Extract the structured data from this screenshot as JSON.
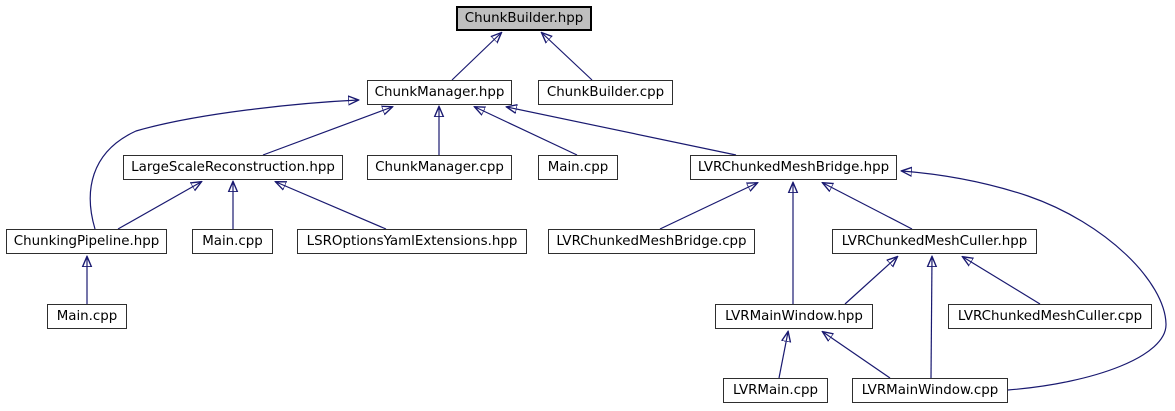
{
  "graph": {
    "type": "include-dependency-graph",
    "colors": {
      "background": "#ffffff",
      "edge": "#191970",
      "node_fill": "#ffffff",
      "node_border": "#2e2e2e",
      "highlight_fill": "#bfbfbf",
      "highlight_border": "#000000",
      "text": "#000000"
    },
    "nodes": [
      {
        "id": "ChunkBuilder.hpp",
        "label": "ChunkBuilder.hpp",
        "highlighted": true
      },
      {
        "id": "ChunkManager.hpp",
        "label": "ChunkManager.hpp",
        "highlighted": false
      },
      {
        "id": "ChunkBuilder.cpp",
        "label": "ChunkBuilder.cpp",
        "highlighted": false
      },
      {
        "id": "LargeScaleReconstruction.hpp",
        "label": "LargeScaleReconstruction.hpp",
        "highlighted": false
      },
      {
        "id": "ChunkManager.cpp",
        "label": "ChunkManager.cpp",
        "highlighted": false
      },
      {
        "id": "Main.cpp#1",
        "label": "Main.cpp",
        "highlighted": false
      },
      {
        "id": "LVRChunkedMeshBridge.hpp",
        "label": "LVRChunkedMeshBridge.hpp",
        "highlighted": false
      },
      {
        "id": "ChunkingPipeline.hpp",
        "label": "ChunkingPipeline.hpp",
        "highlighted": false
      },
      {
        "id": "Main.cpp#2",
        "label": "Main.cpp",
        "highlighted": false
      },
      {
        "id": "LSROptionsYamlExtensions.hpp",
        "label": "LSROptionsYamlExtensions.hpp",
        "highlighted": false
      },
      {
        "id": "LVRChunkedMeshBridge.cpp",
        "label": "LVRChunkedMeshBridge.cpp",
        "highlighted": false
      },
      {
        "id": "LVRChunkedMeshCuller.hpp",
        "label": "LVRChunkedMeshCuller.hpp",
        "highlighted": false
      },
      {
        "id": "Main.cpp#3",
        "label": "Main.cpp",
        "highlighted": false
      },
      {
        "id": "LVRMainWindow.hpp",
        "label": "LVRMainWindow.hpp",
        "highlighted": false
      },
      {
        "id": "LVRChunkedMeshCuller.cpp",
        "label": "LVRChunkedMeshCuller.cpp",
        "highlighted": false
      },
      {
        "id": "LVRMain.cpp",
        "label": "LVRMain.cpp",
        "highlighted": false
      },
      {
        "id": "LVRMainWindow.cpp",
        "label": "LVRMainWindow.cpp",
        "highlighted": false
      }
    ],
    "edges": [
      {
        "from": "ChunkManager.hpp",
        "to": "ChunkBuilder.hpp"
      },
      {
        "from": "ChunkBuilder.cpp",
        "to": "ChunkBuilder.hpp"
      },
      {
        "from": "LargeScaleReconstruction.hpp",
        "to": "ChunkManager.hpp"
      },
      {
        "from": "ChunkManager.cpp",
        "to": "ChunkManager.hpp"
      },
      {
        "from": "Main.cpp#1",
        "to": "ChunkManager.hpp"
      },
      {
        "from": "LVRChunkedMeshBridge.hpp",
        "to": "ChunkManager.hpp"
      },
      {
        "from": "ChunkingPipeline.hpp",
        "to": "ChunkManager.hpp"
      },
      {
        "from": "ChunkingPipeline.hpp",
        "to": "LargeScaleReconstruction.hpp"
      },
      {
        "from": "Main.cpp#2",
        "to": "LargeScaleReconstruction.hpp"
      },
      {
        "from": "LSROptionsYamlExtensions.hpp",
        "to": "LargeScaleReconstruction.hpp"
      },
      {
        "from": "Main.cpp#3",
        "to": "ChunkingPipeline.hpp"
      },
      {
        "from": "LVRChunkedMeshBridge.cpp",
        "to": "LVRChunkedMeshBridge.hpp"
      },
      {
        "from": "LVRChunkedMeshCuller.hpp",
        "to": "LVRChunkedMeshBridge.hpp"
      },
      {
        "from": "LVRMainWindow.hpp",
        "to": "LVRChunkedMeshBridge.hpp"
      },
      {
        "from": "LVRMainWindow.cpp",
        "to": "LVRChunkedMeshBridge.hpp"
      },
      {
        "from": "LVRMainWindow.hpp",
        "to": "LVRChunkedMeshCuller.hpp"
      },
      {
        "from": "LVRMainWindow.cpp",
        "to": "LVRChunkedMeshCuller.hpp"
      },
      {
        "from": "LVRChunkedMeshCuller.cpp",
        "to": "LVRChunkedMeshCuller.hpp"
      },
      {
        "from": "LVRMain.cpp",
        "to": "LVRMainWindow.hpp"
      },
      {
        "from": "LVRMainWindow.cpp",
        "to": "LVRMainWindow.hpp"
      }
    ]
  }
}
